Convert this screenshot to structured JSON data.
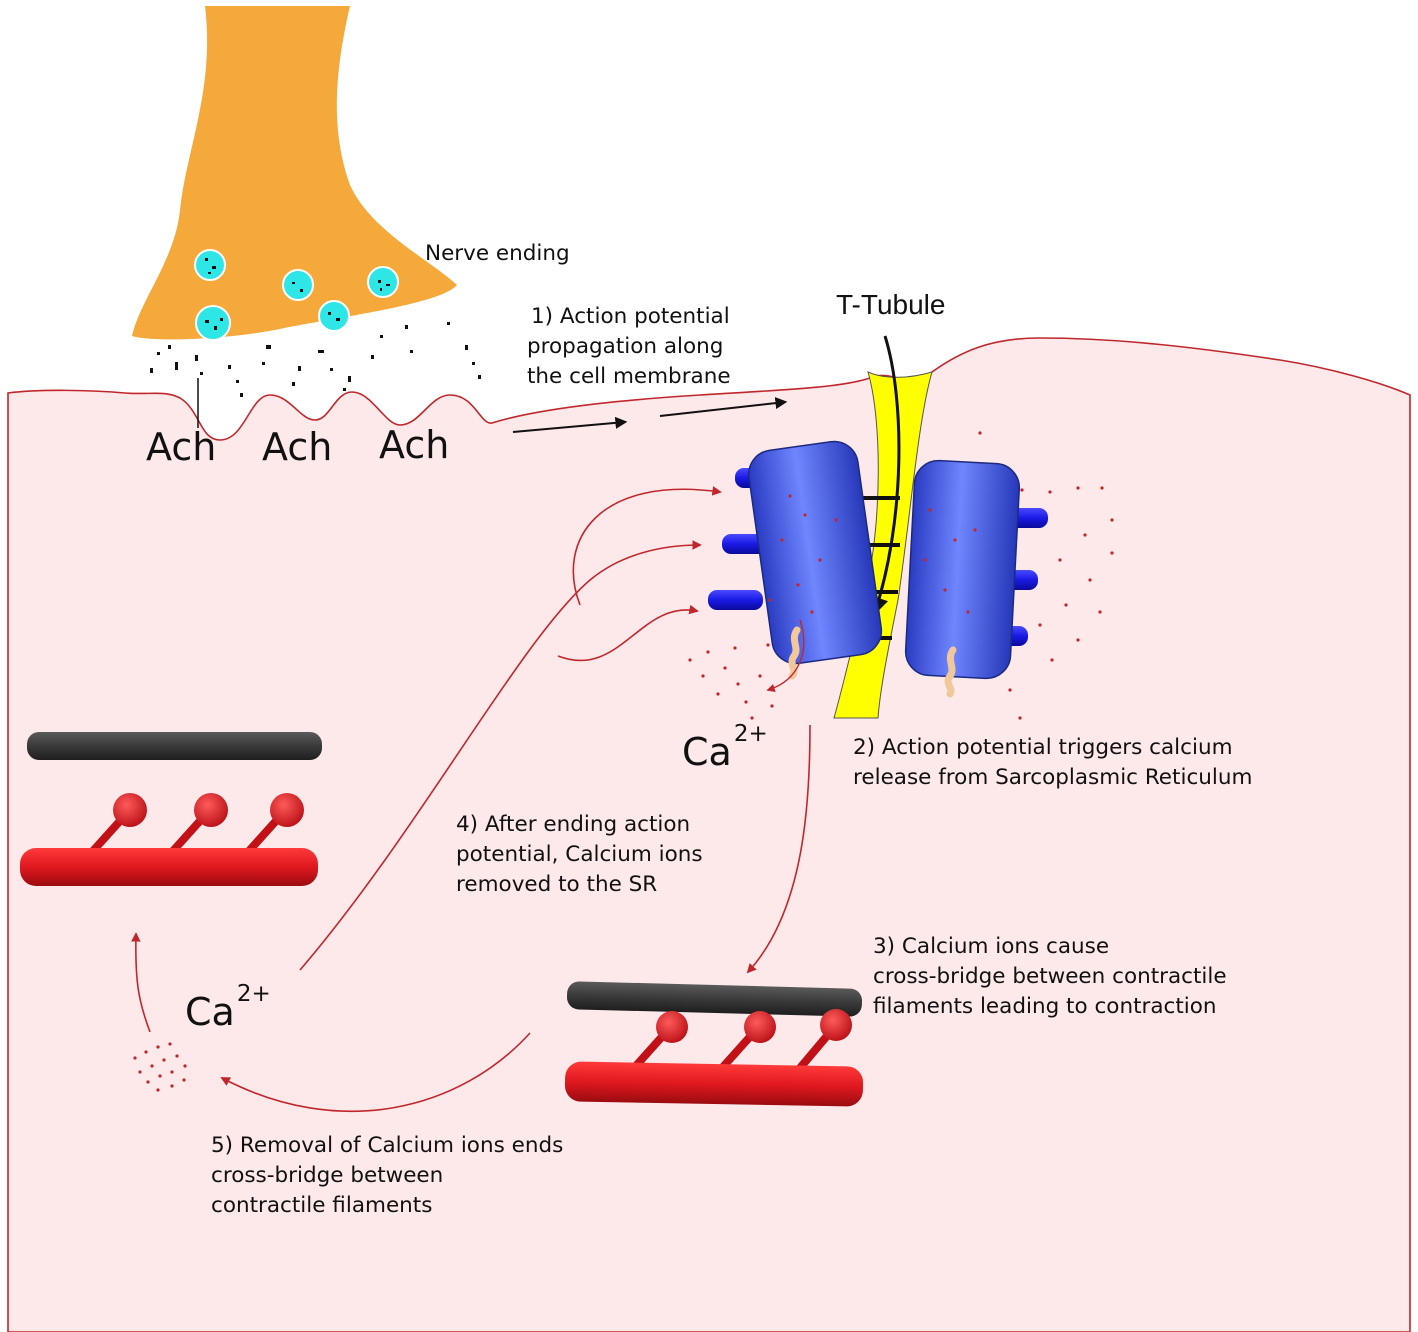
{
  "labels": {
    "nerve_ending": "Nerve ending",
    "ach": [
      "Ach",
      "Ach",
      "Ach"
    ],
    "t_tubule": "T-Tubule",
    "ca_base": "Ca",
    "ca_charge": "2+"
  },
  "steps": [
    {
      "lines": [
        "1) Action potential",
        "propagation along",
        "the cell membrane"
      ]
    },
    {
      "lines": [
        "2) Action potential triggers calcium",
        "release from Sarcoplasmic Reticulum"
      ]
    },
    {
      "lines": [
        "3) Calcium ions cause",
        "cross-bridge between contractile",
        "filaments leading to contraction"
      ]
    },
    {
      "lines": [
        "4) After ending action",
        "potential, Calcium ions",
        "removed to the SR"
      ]
    },
    {
      "lines": [
        "5) Removal of Calcium ions ends",
        "cross-bridge between",
        "contractile filaments"
      ]
    }
  ],
  "colors": {
    "cell": "#fde9ea",
    "membrane": "#c0272d",
    "nerve": "#f5a93b",
    "vesicle": "#2ee6e6",
    "sr": "#3d55e6",
    "t_tubule": "#ffff00",
    "actin": "#3c3c3c",
    "myosin": "#e0181f",
    "arrow_red": "#c0272d"
  }
}
